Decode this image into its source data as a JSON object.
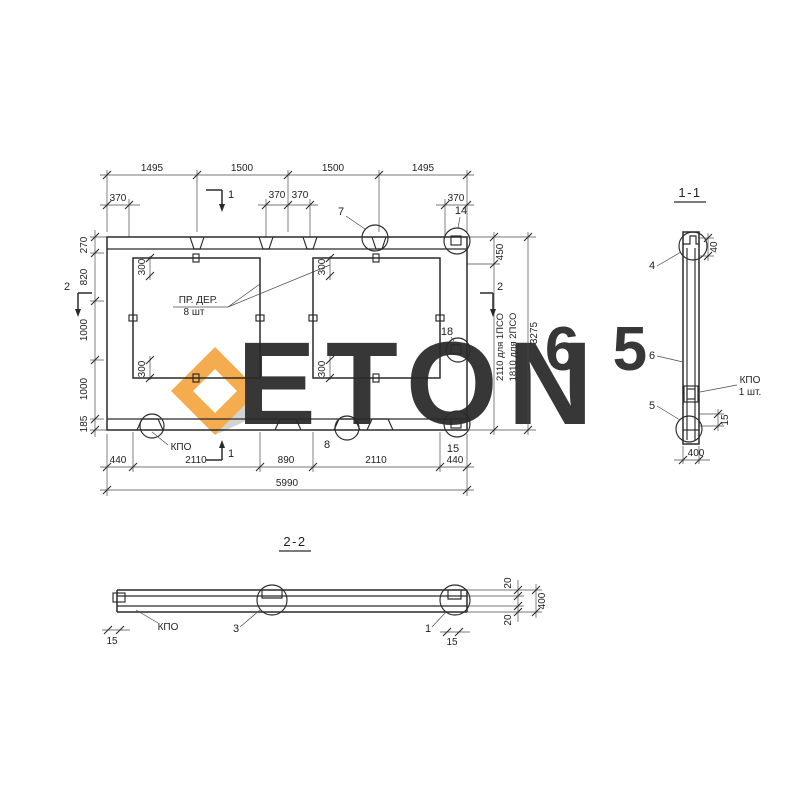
{
  "watermark": {
    "word": "ETON",
    "number": "6 5",
    "accent_color": "#f3a43b",
    "gray_color": "#dcdcdc"
  },
  "plan": {
    "dims_top": [
      "1495",
      "1500",
      "1500",
      "1495"
    ],
    "dim_370": "370",
    "dims_left": [
      "270",
      "820",
      "1000",
      "1000",
      "185"
    ],
    "dim_450": "450",
    "note_h1": "2110 для 1ПСО",
    "note_h2": "1810 для 2ПСО",
    "dim_3275": "3275",
    "dims_bottom": [
      "440",
      "2110",
      "890",
      "2110",
      "440"
    ],
    "dim_total": "5990",
    "dim_300": "300",
    "label_wood_1": "ПР. ДЕР.",
    "label_wood_2": "8 шт",
    "label_kpo": "КПО",
    "callout_7": "7",
    "callout_8": "8",
    "callout_14": "14",
    "callout_18": "18",
    "callout_15": "15",
    "mark_1": "1",
    "mark_2": "2"
  },
  "section_1_1": {
    "title": "1-1",
    "callout_4": "4",
    "callout_5": "5",
    "callout_6": "6",
    "label_kpo_1": "КПО",
    "label_kpo_2": "1 шт.",
    "dim_40": "40",
    "dim_15": "15",
    "dim_400": "400"
  },
  "section_2_2": {
    "title": "2-2",
    "callout_3": "3",
    "callout_1": "1",
    "label_kpo": "КПО",
    "dim_15": "15",
    "dim_20": "20",
    "dim_400": "400"
  }
}
